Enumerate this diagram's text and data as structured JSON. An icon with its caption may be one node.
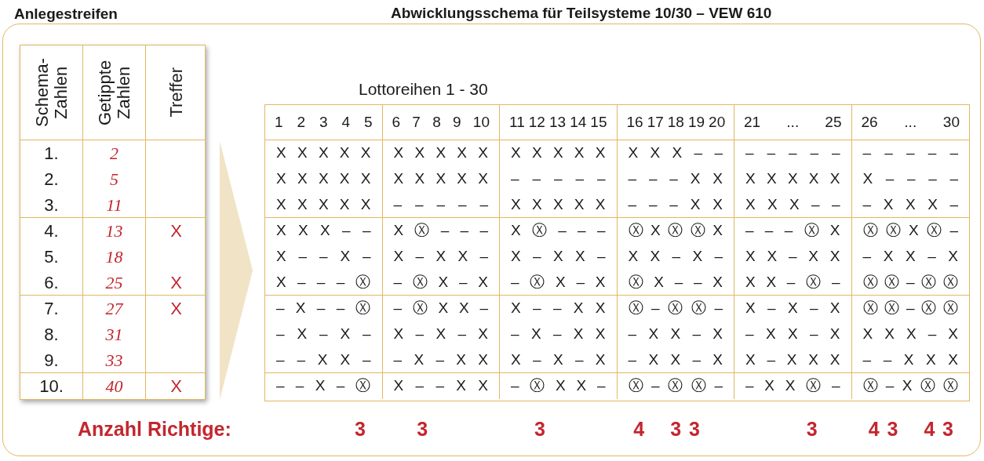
{
  "diagram": {
    "title": "Abwicklungsschema für Teilsysteme 10/30 – VEW 610",
    "nodes": [
      {
        "text": [
          "Anlegestreifen"
        ]
      },
      {
        "text": [
          "Lottoreihen 1 - 30"
        ]
      }
    ],
    "edges": [
      {
        "from": 0,
        "to": 1,
        "arrow": "to"
      }
    ],
    "labels": [
      "Schema-Zahlen",
      "Getippte Zahlen",
      "Treffer",
      "1.",
      "2",
      "2.",
      "5",
      "3.",
      "11",
      "4.",
      "13",
      "X",
      "5.",
      "18",
      "6.",
      "25",
      "X",
      "7.",
      "27",
      "X",
      "8.",
      "31",
      "9.",
      "33",
      "10.",
      "40",
      "X",
      "1 2 3 4 5",
      "6 7 8 9 10",
      "11 12 13 14 15",
      "16 17 18 19 20",
      "21 ... 25",
      "26 ... 30",
      "X X X X X",
      "X X X X X",
      "X X X X X",
      "X X X – –",
      "– – – – –",
      "– – – – –",
      "X X X X X",
      "X X X X X",
      "– – – – –",
      "– – – X X",
      "X X X X X",
      "X – – – –",
      "X X X X X",
      "– – – – –",
      "X X X X X",
      "– – – X X",
      "X X X – –",
      "– X X X –",
      "X X X – –",
      "X Ⓧ – – –",
      "X Ⓧ – – –",
      "Ⓧ X Ⓧ Ⓧ X",
      "– – – Ⓧ X",
      "Ⓧ Ⓧ X Ⓧ –",
      "X – – X –",
      "X – X X –",
      "X – X X –",
      "X X – X –",
      "X X – X X",
      "– X X – X",
      "X – – – Ⓧ",
      "– Ⓧ X – X",
      "– Ⓧ X – X",
      "Ⓧ X – – X",
      "X X – Ⓧ –",
      "Ⓧ Ⓧ – Ⓧ Ⓧ",
      "– X – – Ⓧ",
      "– Ⓧ X X –",
      "X – – X X",
      "Ⓧ – Ⓧ Ⓧ –",
      "X – X – X",
      "Ⓧ Ⓧ – Ⓧ Ⓧ",
      "– X – X –",
      "X – X – X",
      "– X – X X",
      "– X X – X",
      "– X X – X",
      "X X X – X",
      "– – X X –",
      "– X – X X",
      "X – X – X",
      "– X X – X",
      "X – X X X",
      "– – X X X",
      "– – X – Ⓧ",
      "X – – X X",
      "– Ⓧ X X –",
      "Ⓧ – Ⓧ Ⓧ –",
      "– X X Ⓧ –",
      "Ⓧ – X Ⓧ Ⓧ",
      "Anzahl Richtige:",
      "3",
      "3",
      "3",
      "4",
      "3",
      "3",
      "3",
      "4",
      "3",
      "4",
      "3"
    ]
  }
}
